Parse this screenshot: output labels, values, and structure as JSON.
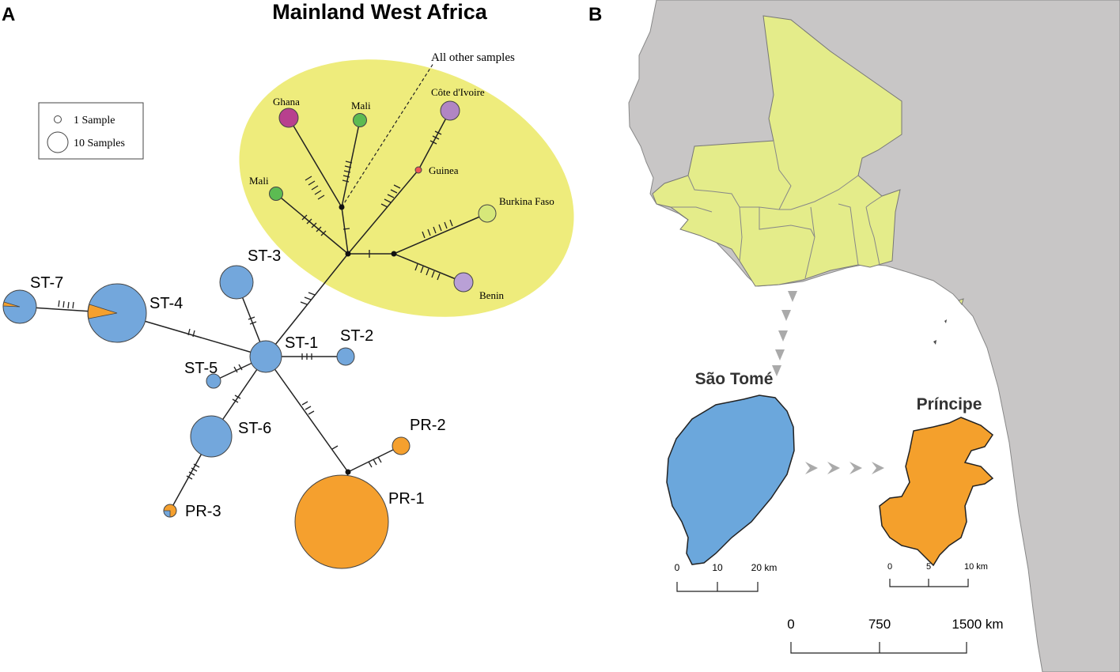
{
  "panel_a": {
    "label": "A",
    "title": "Mainland West Africa",
    "legend": {
      "small": "1 Sample",
      "large": "10 Samples"
    },
    "annotation": "All other samples",
    "countries": {
      "ghana": "Ghana",
      "mali_top": "Mali",
      "cote": "Côte d'Ivoire",
      "guinea": "Guinea",
      "mali_left": "Mali",
      "burkina": "Burkina Faso",
      "benin": "Benin"
    },
    "haplotypes": {
      "st1": "ST-1",
      "st2": "ST-2",
      "st3": "ST-3",
      "st4": "ST-4",
      "st5": "ST-5",
      "st6": "ST-6",
      "st7": "ST-7",
      "pr1": "PR-1",
      "pr2": "PR-2",
      "pr3": "PR-3"
    },
    "colors": {
      "mainland_ellipse": "#eeec7c",
      "sao_tome": "#73a7dc",
      "principe": "#f5a02e",
      "ghana": "#b8408e",
      "mali": "#5cbb52",
      "cote": "#b185c3",
      "guinea": "#ef5555",
      "burkina": "#d6e87a",
      "benin": "#b9a0d6"
    }
  },
  "panel_b": {
    "label": "B",
    "islands": {
      "sao_tome": "São Tomé",
      "principe": "Príncipe"
    },
    "scale_sao_tome": [
      "0",
      "10",
      "20 km"
    ],
    "scale_principe": [
      "0",
      "5",
      "10 km"
    ],
    "scale_main": [
      "0",
      "750",
      "1500 km"
    ],
    "colors": {
      "land": "#c8c6c6",
      "west_africa": "#e4ec8a",
      "sao_tome": "#6ba7dc",
      "principe": "#f4a02c",
      "arrow": "#aaaaaa"
    }
  }
}
